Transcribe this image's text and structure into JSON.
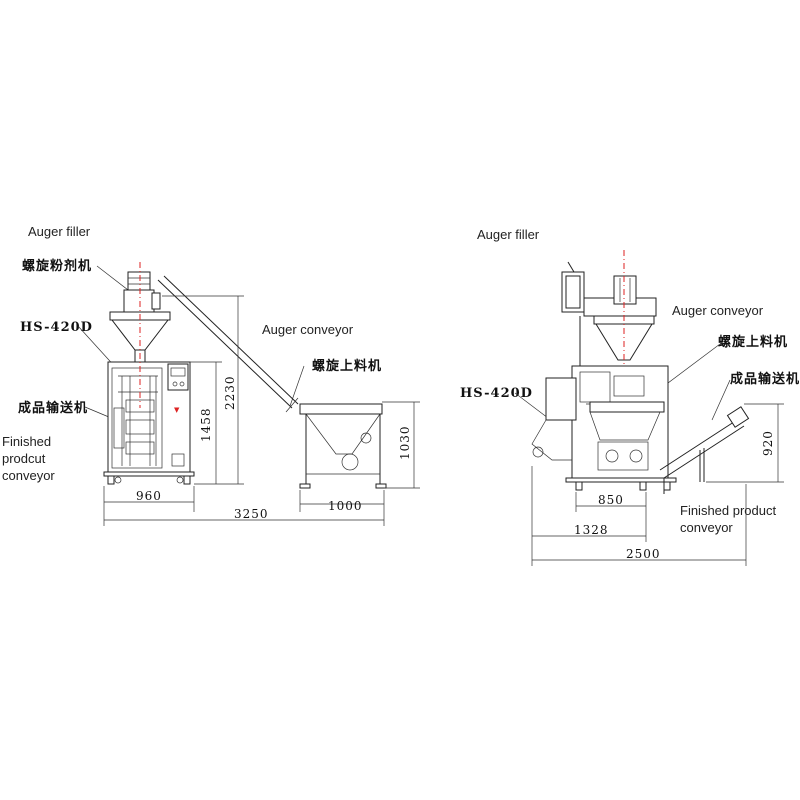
{
  "left_view": {
    "labels": {
      "auger_filler_en": "Auger filler",
      "auger_filler_cn": "螺旋粉剂机",
      "model": "HS-420D",
      "auger_conveyor_en": "Auger conveyor",
      "auger_conveyor_cn": "螺旋上料机",
      "finished_conveyor_cn": "成品输送机",
      "finished_conveyor_en_1": "Finished",
      "finished_conveyor_en_2": "prodcut",
      "finished_conveyor_en_3": "conveyor"
    },
    "dimensions": {
      "machine_width": "960",
      "machine_height": "1458",
      "total_height": "2230",
      "total_length": "3250",
      "conveyor_width": "1000",
      "conveyor_height": "1030"
    }
  },
  "right_view": {
    "labels": {
      "auger_filler_en": "Auger filler",
      "model": "HS-420D",
      "auger_conveyor_en": "Auger conveyor",
      "auger_conveyor_cn": "螺旋上料机",
      "finished_conveyor_cn": "成品输送机",
      "finished_conveyor_en_1": "Finished product",
      "finished_conveyor_en_2": "conveyor"
    },
    "dimensions": {
      "machine_width": "850",
      "depth": "1328",
      "total_length": "2500",
      "conveyor_height": "920"
    }
  }
}
